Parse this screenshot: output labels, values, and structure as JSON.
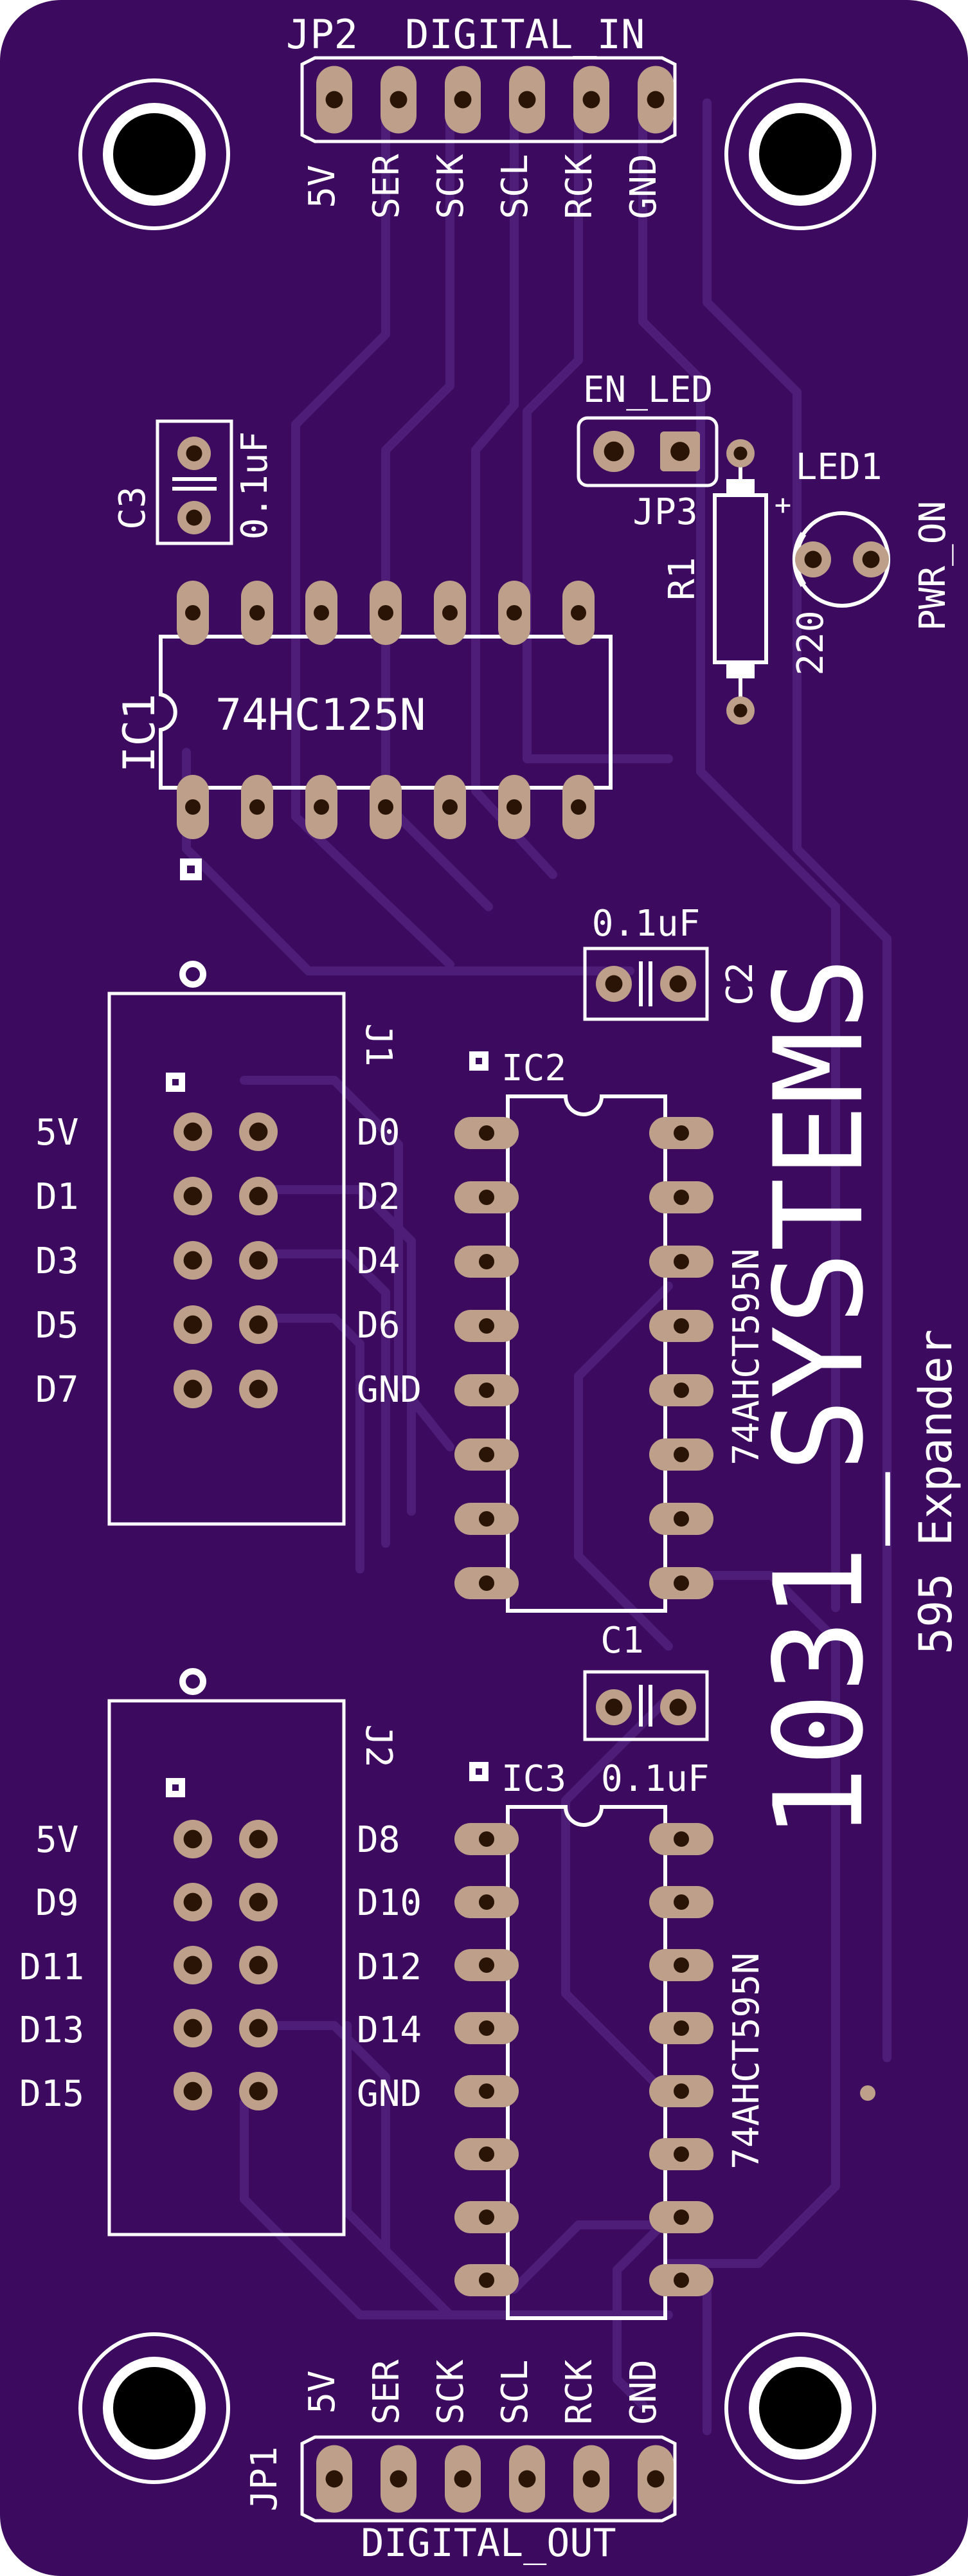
{
  "board": {
    "brand": "1031_SYSTEMS",
    "product": "595 Expander",
    "colors": {
      "board": "#3c0a5e",
      "trace": "#4d1d78",
      "silkscreen": "#ffffff",
      "pad": "#bea08a",
      "hole": "#2a1406",
      "outer": "#ffffff"
    }
  },
  "headers": {
    "top": {
      "ref": "JP2",
      "name": "DIGITAL_IN",
      "pins": [
        "5V",
        "SER",
        "SCK",
        "SCL",
        "RCK",
        "GND"
      ]
    },
    "bottom": {
      "ref": "JP1",
      "name": "DIGITAL_OUT",
      "pins": [
        "5V",
        "SER",
        "SCK",
        "SCL",
        "RCK",
        "GND"
      ]
    }
  },
  "components": {
    "c3": {
      "ref": "C3",
      "value": "0.1uF"
    },
    "ic1": {
      "ref": "IC1",
      "value": "74HC125N"
    },
    "jumper": {
      "ref": "JP3",
      "name": "EN_LED"
    },
    "r1": {
      "ref": "R1",
      "value": "220"
    },
    "led1": {
      "ref": "LED1",
      "name": "PWR_ON"
    },
    "c2": {
      "ref": "C2",
      "value": "0.1uF"
    },
    "ic2": {
      "ref": "IC2",
      "value": "74AHCT595N"
    },
    "c1": {
      "ref": "C1",
      "value": "0.1uF"
    },
    "ic3": {
      "ref": "IC3",
      "value": "74AHCT595N"
    }
  },
  "connectors": {
    "j1": {
      "ref": "J1",
      "left_labels": [
        "5V",
        "D1",
        "D3",
        "D5",
        "D7"
      ],
      "right_labels": [
        "D0",
        "D2",
        "D4",
        "D6",
        "GND"
      ]
    },
    "j2": {
      "ref": "J2",
      "left_labels": [
        "5V",
        "D9",
        "D11",
        "D13",
        "D15"
      ],
      "right_labels": [
        "D8",
        "D10",
        "D12",
        "D14",
        "GND"
      ]
    }
  }
}
